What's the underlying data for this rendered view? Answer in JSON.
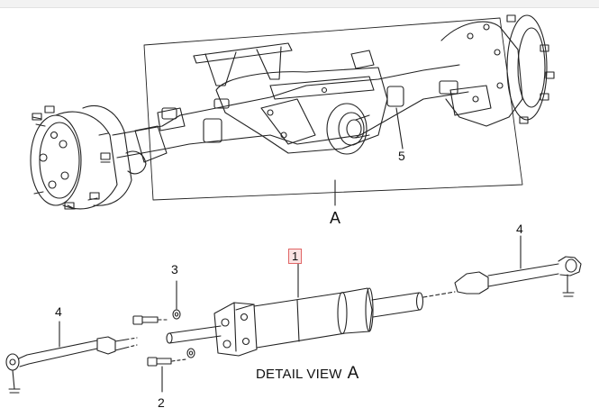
{
  "callouts": {
    "a_top": "A",
    "five": "5",
    "one": "1",
    "three": "3",
    "four_right": "4",
    "four_left": "4",
    "two": "2"
  },
  "caption": {
    "text": "DETAIL VIEW",
    "view_letter": "A"
  },
  "colors": {
    "line": "#222222",
    "highlight_border": "#e06666",
    "highlight_fill": "#fbe3e3",
    "background": "#ffffff"
  },
  "icons": {
    "axle_assembly": "axle-assembly-drawing",
    "steering_cylinder": "steering-cylinder-drawing",
    "tie_rod": "tie-rod-drawing",
    "bolt": "bolt-drawing",
    "washer": "washer-drawing"
  }
}
